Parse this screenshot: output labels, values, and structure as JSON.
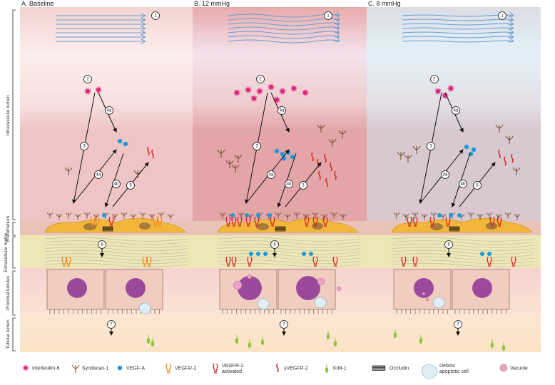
{
  "panels": [
    {
      "title": "A. Baseline",
      "key": "baseline"
    },
    {
      "title": "B. 12 mmHg",
      "key": "p12"
    },
    {
      "title": "C.  8 mmHg",
      "key": "p8"
    }
  ],
  "zones": [
    {
      "label": "Intravascular lumen"
    },
    {
      "label": "Endothelium"
    },
    {
      "label": "Extracellular matrix"
    },
    {
      "label": "Proximal tubules"
    },
    {
      "label": "Tubular lumen"
    }
  ],
  "pathway_labels": {
    "flow": "1",
    "il6": "2",
    "path3": "3",
    "path4a": "4a",
    "path4b": "4b",
    "path5": "5",
    "path6": "6",
    "path7": "7"
  },
  "legend": [
    {
      "label": "Interleukin-6",
      "icon": "il6-icon"
    },
    {
      "label": "Syndecan-1",
      "icon": "syndecan-icon"
    },
    {
      "label": "VEGF-A",
      "icon": "vegfa-icon"
    },
    {
      "label": "VEGFR-2",
      "icon": "vegfr2-icon"
    },
    {
      "label": "VEGFR-2 activated",
      "icon": "vegfr2-activated-icon"
    },
    {
      "label": "sVEGFR-2",
      "icon": "svegfr2-icon"
    },
    {
      "label": "KIM-1",
      "icon": "kim1-icon"
    },
    {
      "label": "Occludin",
      "icon": "occludin-icon"
    },
    {
      "label": "Debris/ apoptotic cell",
      "icon": "debris-icon"
    },
    {
      "label": "Vacuole",
      "icon": "vacuole-icon"
    }
  ],
  "colors": {
    "flow_arrow": "#6b9fd4",
    "il6": "#e0237d",
    "vegfa": "#1f9ad6",
    "vegfr2": "#f08a1c",
    "vegfr2_activated": "#d42a2a",
    "svegfr2": "#d42a2a",
    "kim1": "#8cc63f",
    "endothelium": "#f2b63a",
    "nucleus": "#9b4a9b",
    "vacuole": "#e8a6c6"
  }
}
